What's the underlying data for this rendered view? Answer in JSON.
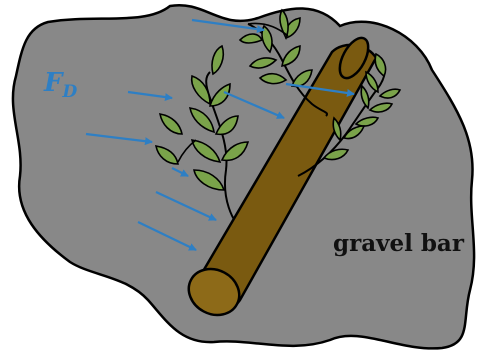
{
  "labels": {
    "force_main": "F",
    "force_sub": "D",
    "gravel_bar": "gravel bar"
  },
  "colors": {
    "gravel": "#888888",
    "outline": "#000000",
    "log_fill": "#7a5a10",
    "log_end": "#8d6a18",
    "leaf": "#7aa34a",
    "arrow": "#2e7fc4"
  },
  "arrows": {
    "count": 8
  }
}
